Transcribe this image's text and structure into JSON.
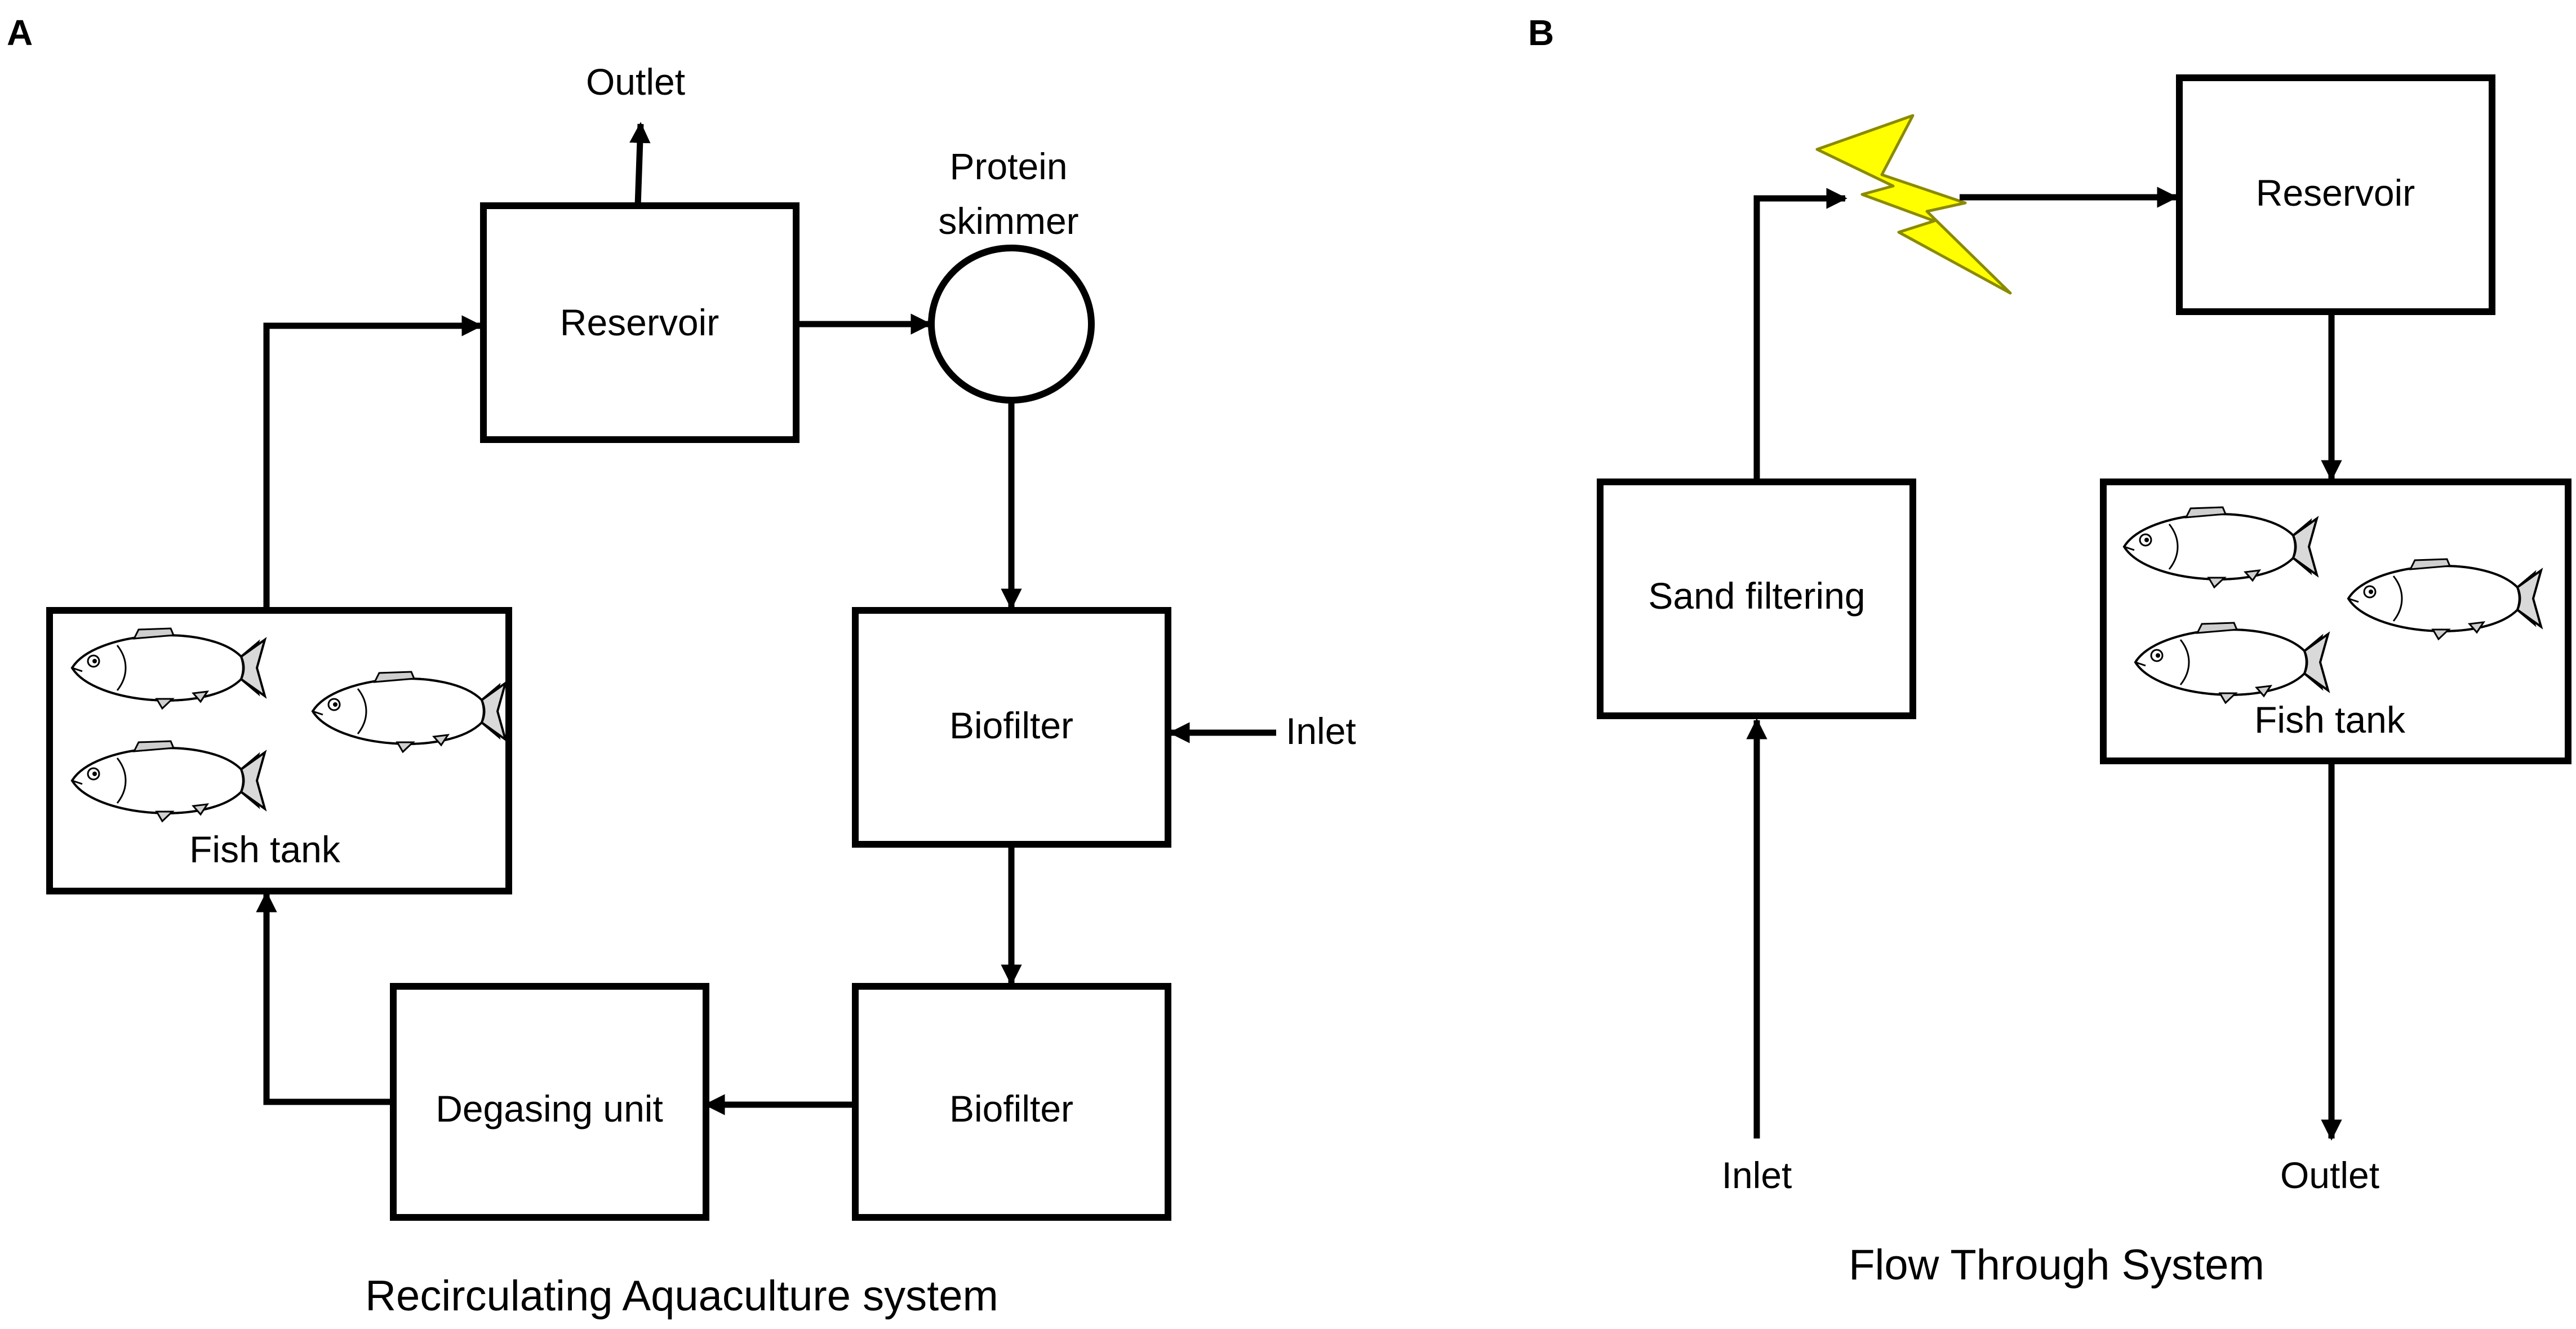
{
  "panels": {
    "a": {
      "letter": "A",
      "caption": "Recirculating Aquaculture system",
      "nodes": {
        "outlet": "Outlet",
        "protein_skimmer_line1": "Protein",
        "protein_skimmer_line2": "skimmer",
        "reservoir": "Reservoir",
        "biofilter_upper": "Biofilter",
        "biofilter_lower": "Biofilter",
        "inlet": "Inlet",
        "degasing_unit": "Degasing unit",
        "fish_tank": "Fish tank"
      }
    },
    "b": {
      "letter": "B",
      "caption": "Flow Through System",
      "nodes": {
        "reservoir": "Reservoir",
        "sand_filtering": "Sand filtering",
        "fish_tank": "Fish tank",
        "inlet": "Inlet",
        "outlet": "Outlet"
      }
    }
  },
  "colors": {
    "lightning": "#ffff00",
    "lightning_stroke": "#8a8a00",
    "fish_tail": "#d9d9d9"
  },
  "icons": {
    "uv_sterilizer": "lightning-bolt-icon",
    "fish": "fish-icon"
  }
}
